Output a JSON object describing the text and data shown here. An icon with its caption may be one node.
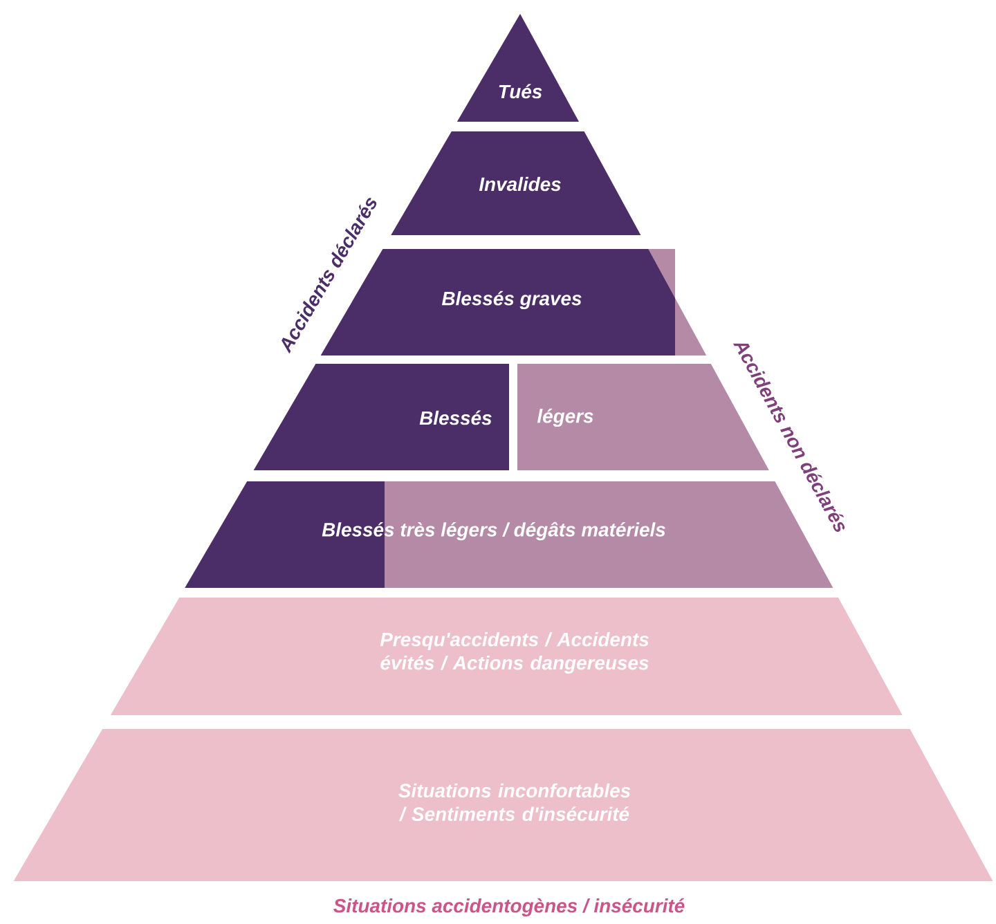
{
  "diagram": {
    "nodes": [
      {
        "text": [
          "Tués"
        ]
      },
      {
        "text": [
          "Invalides"
        ]
      },
      {
        "text": [
          "Blessés graves"
        ]
      },
      {
        "text": [
          "Blessés"
        ]
      },
      {
        "text": [
          "légers"
        ]
      },
      {
        "text": [
          "Blessés très légers / dégâts matériels"
        ]
      },
      {
        "text": [
          "Presqu'accidents / Accidents évités / Actions dangereuses"
        ]
      },
      {
        "text": [
          "Situations inconfortables / Sentiments d'insécurité"
        ]
      }
    ],
    "labels": [
      "Accidents déclarés",
      "Accidents non déclarés",
      "Situations accidentogènes / insécurité"
    ]
  }
}
